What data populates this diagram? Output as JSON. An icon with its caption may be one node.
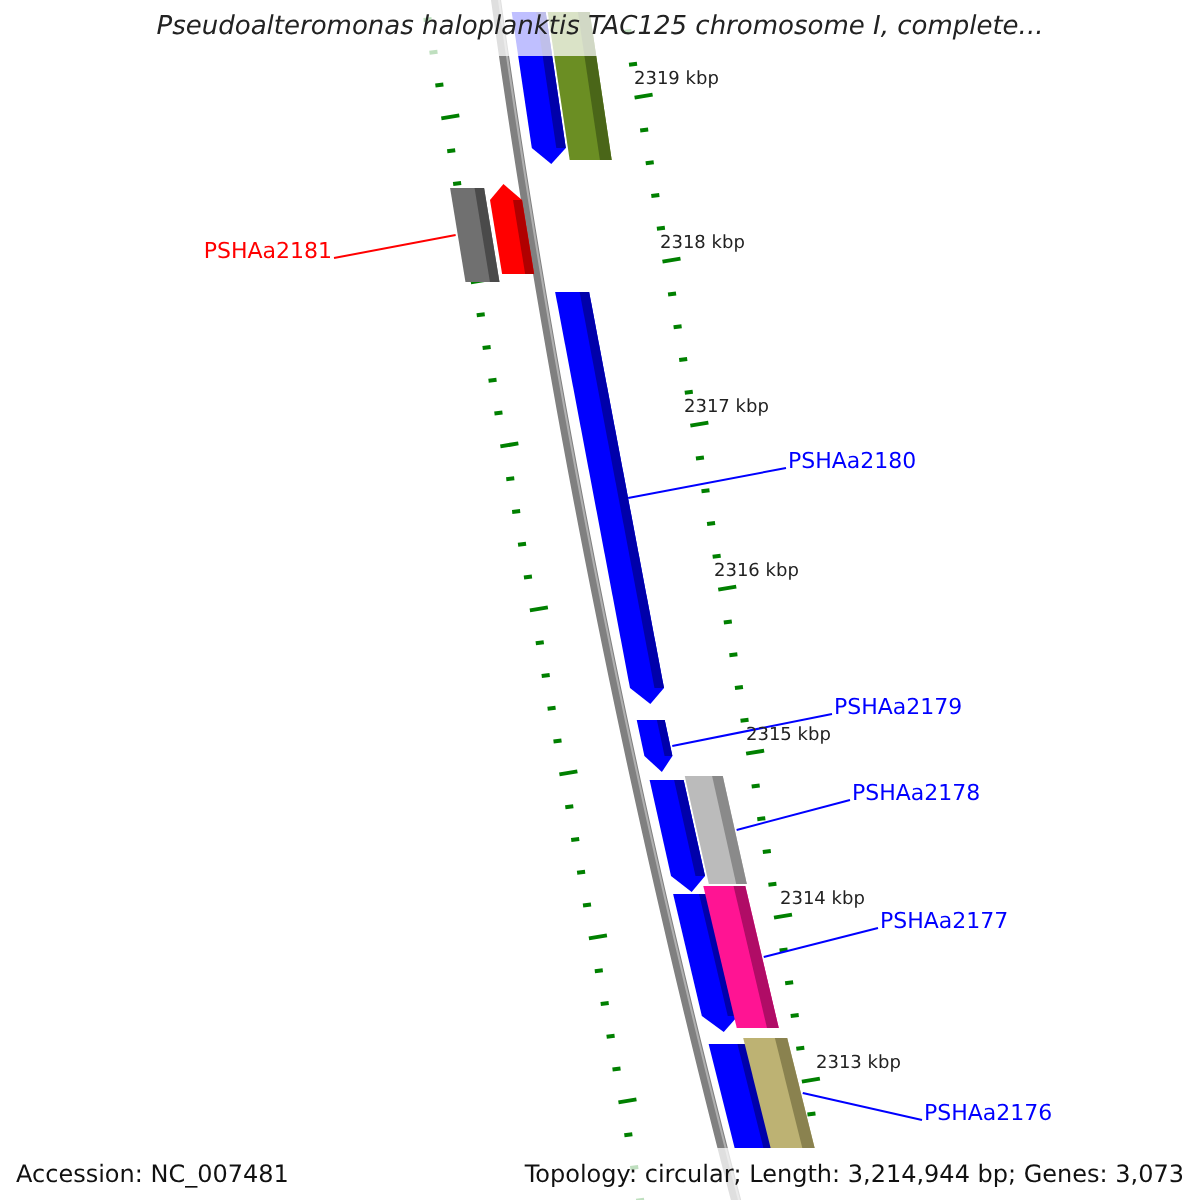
{
  "diagram": {
    "title": "Pseudoalteromonas haloplanktis TAC125 chromosome I, complete...",
    "nodes": [
      {
        "text": [],
        "shape": "bar"
      },
      {
        "text": [],
        "shape": "bar"
      },
      {
        "text": [],
        "shape": "bar"
      },
      {
        "text": [],
        "shape": "bar"
      },
      {
        "text": [],
        "shape": "bar"
      },
      {
        "text": [],
        "shape": "bar"
      },
      {
        "text": [],
        "shape": "bar"
      },
      {
        "text": [],
        "shape": "bar"
      },
      {
        "text": [],
        "shape": "bar"
      },
      {
        "text": [],
        "shape": "bar"
      },
      {
        "text": [],
        "shape": "bar"
      },
      {
        "text": [],
        "shape": "bar"
      },
      {
        "text": [
          "PSHAa2181"
        ]
      },
      {
        "text": [
          "PSHAa2180"
        ]
      },
      {
        "text": [
          "PSHAa2179"
        ]
      },
      {
        "text": [
          "PSHAa2178"
        ]
      },
      {
        "text": [
          "PSHAa2177"
        ]
      },
      {
        "text": [
          "PSHAa2176"
        ]
      }
    ],
    "edges": [
      {
        "from": 12,
        "to": 2,
        "arrow": "none",
        "color": "#ff0000"
      },
      {
        "from": 13,
        "to": 4,
        "arrow": "none"
      },
      {
        "from": 14,
        "to": 5,
        "arrow": "none"
      },
      {
        "from": 15,
        "to": 7,
        "arrow": "none"
      },
      {
        "from": 16,
        "to": 9,
        "arrow": "none"
      },
      {
        "from": 17,
        "to": 11,
        "arrow": "none"
      }
    ],
    "labels": [
      "2319 kbp",
      "2318 kbp",
      "2317 kbp",
      "2316 kbp",
      "2315 kbp",
      "2314 kbp",
      "2313 kbp",
      "Accession: NC_007481",
      "Topology: circular; Length: 3,214,944 bp; Genes: 3,073"
    ]
  }
}
